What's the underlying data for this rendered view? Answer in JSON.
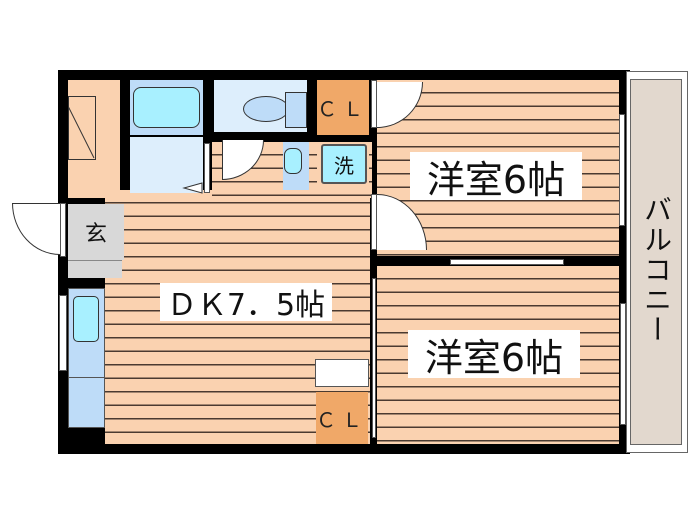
{
  "floorplan": {
    "rooms": {
      "western_room_1": {
        "label": "洋室6帖"
      },
      "western_room_2": {
        "label": "洋室6帖"
      },
      "dining_kitchen": {
        "label": "ＤＫ7．5帖"
      },
      "entrance": {
        "label": "玄"
      },
      "laundry": {
        "label": "洗"
      },
      "closet_top": {
        "label": "ＣＬ"
      },
      "closet_bottom": {
        "label": "ＣＬ"
      },
      "balcony": {
        "label": "バルコニー"
      }
    },
    "colors": {
      "floor": "#fad2b0",
      "floor_lines": "#4a3a30",
      "wall": "#000000",
      "closet": "#f0a868",
      "wet_area": "#ddeefc",
      "fixture": "#a8f0ff",
      "entrance": "#d8d8d8",
      "balcony": "#e2d8ce"
    }
  }
}
